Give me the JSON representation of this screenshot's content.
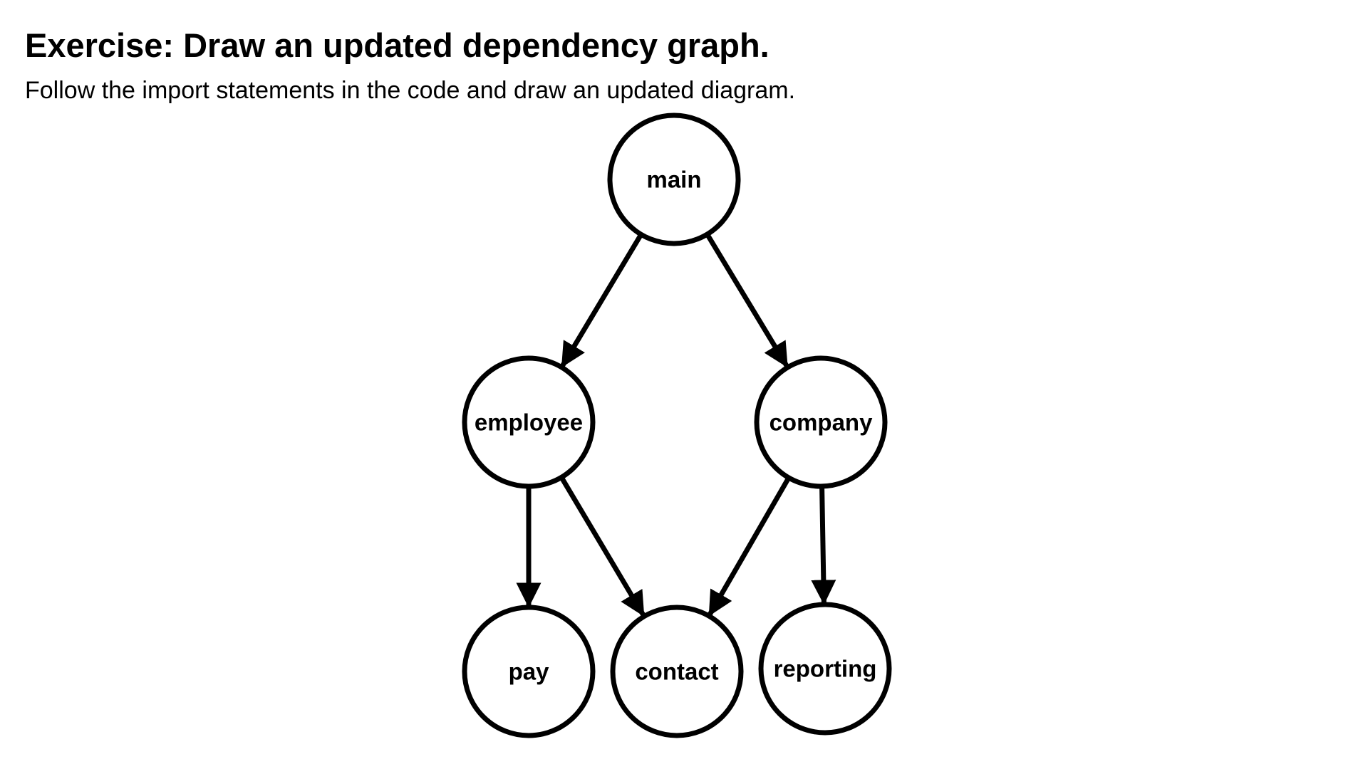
{
  "header": {
    "title": "Exercise: Draw an updated dependency graph.",
    "instructions": "Follow the import statements in the code and draw an updated diagram."
  },
  "graph": {
    "nodes": [
      {
        "id": "main",
        "label": "main"
      },
      {
        "id": "employee",
        "label": "employee"
      },
      {
        "id": "company",
        "label": "company"
      },
      {
        "id": "pay",
        "label": "pay"
      },
      {
        "id": "contact",
        "label": "contact"
      },
      {
        "id": "reporting",
        "label": "reporting"
      }
    ],
    "edges": [
      {
        "from": "main",
        "to": "employee"
      },
      {
        "from": "main",
        "to": "company"
      },
      {
        "from": "employee",
        "to": "pay"
      },
      {
        "from": "employee",
        "to": "contact"
      },
      {
        "from": "company",
        "to": "contact"
      },
      {
        "from": "company",
        "to": "reporting"
      }
    ]
  },
  "colors": {
    "stroke": "#000000",
    "background": "#ffffff"
  }
}
